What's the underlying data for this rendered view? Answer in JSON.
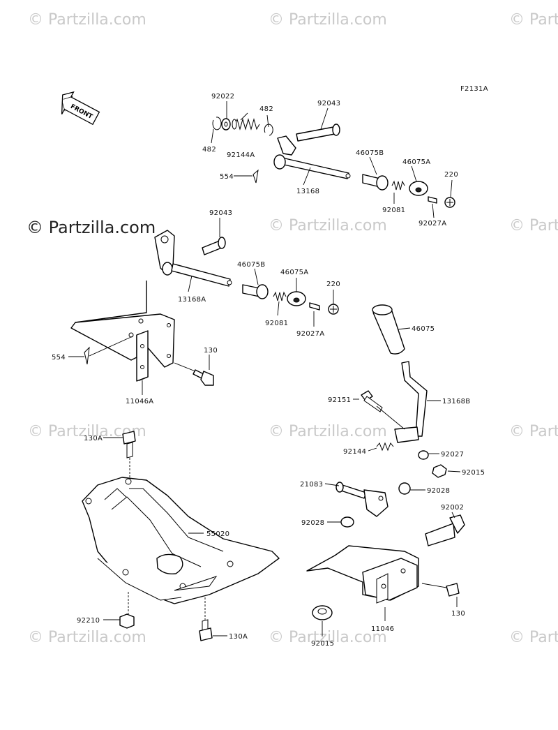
{
  "watermark": {
    "text": "© Partzilla.com",
    "main_text": "© Partzilla.com"
  },
  "figure_code": "F2131A",
  "front_arrow_label": "FRONT",
  "callouts": {
    "p92022": "92022",
    "p482_top": "482",
    "p482_left": "482",
    "p92144A": "92144A",
    "p92043_top": "92043",
    "p554_top": "554",
    "p13168": "13168",
    "p46075B_top": "46075B",
    "p46075A_top": "46075A",
    "p220_top": "220",
    "p92081_top": "92081",
    "p92027A_top": "92027A",
    "p92043_mid": "92043",
    "p46075B_mid": "46075B",
    "p46075A_mid": "46075A",
    "p220_mid": "220",
    "p13168A": "13168A",
    "p92081_mid": "92081",
    "p92027A_mid": "92027A",
    "p554_mid": "554",
    "p130_mid": "130",
    "p11046A": "11046A",
    "p46075": "46075",
    "p92151": "92151",
    "p13168B": "13168B",
    "p92144": "92144",
    "p92027": "92027",
    "p92015_right": "92015",
    "p130A_top": "130A",
    "p55020": "55020",
    "p92210": "92210",
    "p130A_bottom": "130A",
    "p21083": "21083",
    "p92028_right": "92028",
    "p92028_left": "92028",
    "p92002": "92002",
    "p130_right": "130",
    "p11046": "11046",
    "p92015_bottom": "92015"
  }
}
